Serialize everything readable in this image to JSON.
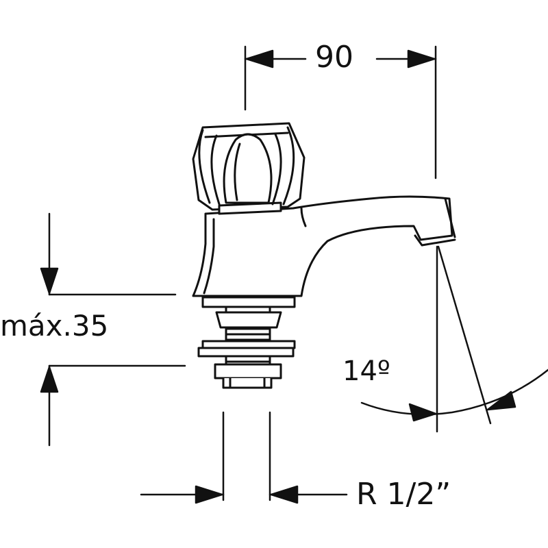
{
  "dimensions": {
    "width": "90",
    "max_depth": "máx.35",
    "angle": "14º",
    "thread": "R 1/2”"
  },
  "colors": {
    "stroke": "#111111",
    "fill": "#ffffff"
  }
}
